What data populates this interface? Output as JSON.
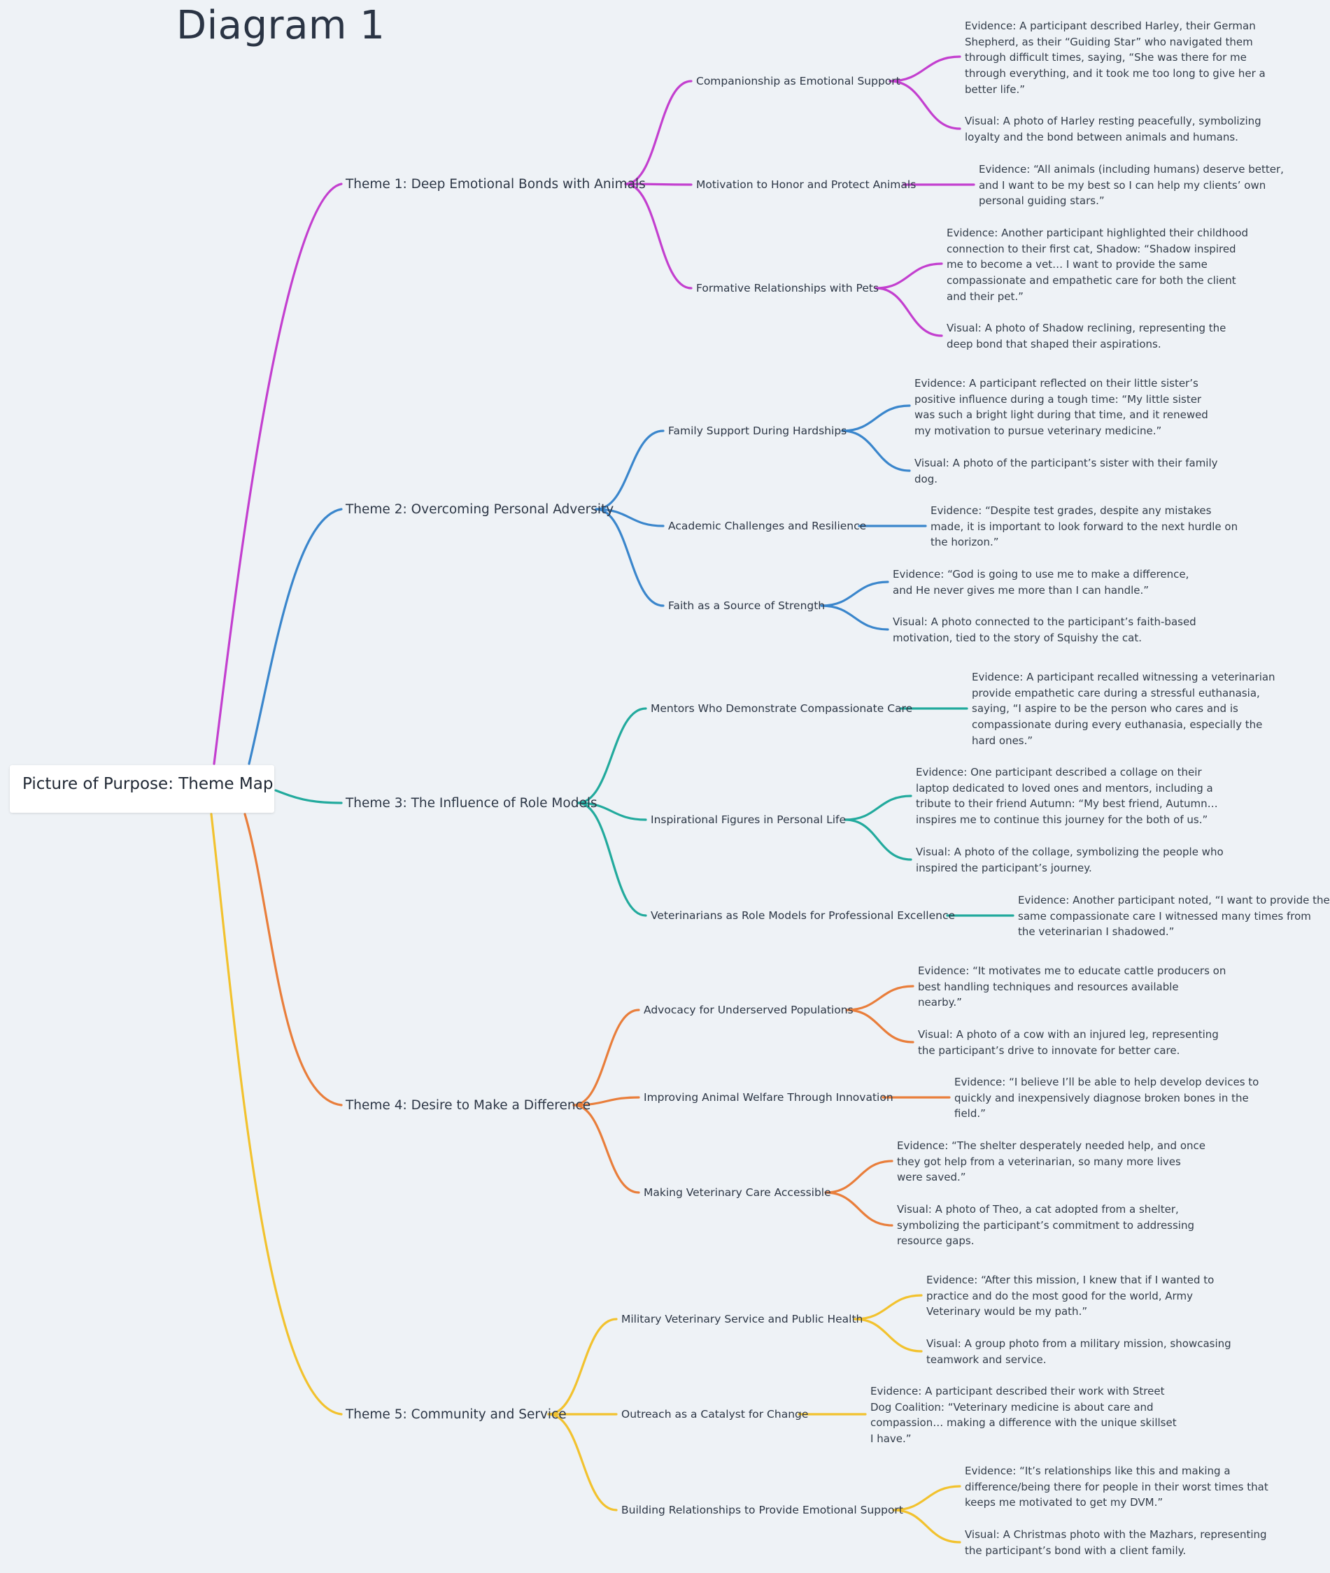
{
  "title": "Diagram 1",
  "root": "Picture of Purpose: Theme Map",
  "colors": {
    "theme1": "#c33fcf",
    "theme2": "#3a86cc",
    "theme3": "#22aa9d",
    "theme4": "#e97e3b",
    "theme5": "#f2c22e"
  },
  "themes": [
    {
      "label": "Theme 1: Deep Emotional Bonds with Animals",
      "subs": [
        {
          "label": "Companionship as Emotional Support",
          "leaves": [
            "Evidence: A participant described Harley, their German\nShepherd, as their “Guiding Star” who navigated them\nthrough difficult times, saying, “She was there for me\nthrough everything, and it took me too long to give her a\nbetter life.”",
            "Visual: A photo of Harley resting peacefully, symbolizing\nloyalty and the bond between animals and humans."
          ]
        },
        {
          "label": "Motivation to Honor and Protect Animals",
          "leaves": [
            "Evidence: “All animals (including humans) deserve better,\nand I want to be my best so I can help my clients’ own\npersonal guiding stars.”"
          ]
        },
        {
          "label": "Formative Relationships with Pets",
          "leaves": [
            "Evidence: Another participant highlighted their childhood\nconnection to their first cat, Shadow: “Shadow inspired\nme to become a vet… I want to provide the same\ncompassionate and empathetic care for both the client\nand their pet.”",
            "Visual: A photo of Shadow reclining, representing the\ndeep bond that shaped their aspirations."
          ]
        }
      ]
    },
    {
      "label": "Theme 2: Overcoming Personal Adversity",
      "subs": [
        {
          "label": "Family Support During Hardships",
          "leaves": [
            "Evidence: A participant reflected on their little sister’s\npositive influence during a tough time: “My little sister\nwas such a bright light during that time, and it renewed\nmy motivation to pursue veterinary medicine.”",
            "Visual: A photo of the participant’s sister with their family\ndog."
          ]
        },
        {
          "label": "Academic Challenges and Resilience",
          "leaves": [
            "Evidence: “Despite test grades, despite any mistakes\nmade, it is important to look forward to the next hurdle on\nthe horizon.”"
          ]
        },
        {
          "label": "Faith as a Source of Strength",
          "leaves": [
            "Evidence: “God is going to use me to make a difference,\nand He never gives me more than I can handle.”",
            "Visual: A photo connected to the participant’s faith-based\nmotivation, tied to the story of Squishy the cat."
          ]
        }
      ]
    },
    {
      "label": "Theme 3: The Influence of Role Models",
      "subs": [
        {
          "label": "Mentors Who Demonstrate Compassionate Care",
          "leaves": [
            "Evidence: A participant recalled witnessing a veterinarian\nprovide empathetic care during a stressful euthanasia,\nsaying, “I aspire to be the person who cares and is\ncompassionate during every euthanasia, especially the\nhard ones.”"
          ]
        },
        {
          "label": "Inspirational Figures in Personal Life",
          "leaves": [
            "Evidence: One participant described a collage on their\nlaptop dedicated to loved ones and mentors, including a\ntribute to their friend Autumn: “My best friend, Autumn…\ninspires me to continue this journey for the both of us.”",
            "Visual: A photo of the collage, symbolizing the people who\ninspired the participant’s journey."
          ]
        },
        {
          "label": "Veterinarians as Role Models for Professional Excellence",
          "leaves": [
            "Evidence: Another participant noted, “I want to provide the\nsame compassionate care I witnessed many times from\nthe veterinarian I shadowed.”"
          ]
        }
      ]
    },
    {
      "label": "Theme 4: Desire to Make a Difference",
      "subs": [
        {
          "label": "Advocacy for Underserved Populations",
          "leaves": [
            "Evidence: “It motivates me to educate cattle producers on\nbest handling techniques and resources available\nnearby.”",
            "Visual: A photo of a cow with an injured leg, representing\nthe participant’s drive to innovate for better care."
          ]
        },
        {
          "label": "Improving Animal Welfare Through Innovation",
          "leaves": [
            "Evidence: “I believe I’ll be able to help develop devices to\nquickly and inexpensively diagnose broken bones in the\nfield.”"
          ]
        },
        {
          "label": "Making Veterinary Care Accessible",
          "leaves": [
            "Evidence: “The shelter desperately needed help, and once\nthey got help from a veterinarian, so many more lives\nwere saved.”",
            "Visual: A photo of Theo, a cat adopted from a shelter,\nsymbolizing the participant’s commitment to addressing\nresource gaps."
          ]
        }
      ]
    },
    {
      "label": "Theme 5: Community and Service",
      "subs": [
        {
          "label": "Military Veterinary Service and Public Health",
          "leaves": [
            "Evidence: “After this mission, I knew that if I wanted to\npractice and do the most good for the world, Army\nVeterinary would be my path.”",
            "Visual: A group photo from a military mission, showcasing\nteamwork and service."
          ]
        },
        {
          "label": "Outreach as a Catalyst for Change",
          "leaves": [
            "Evidence: A participant described their work with Street\nDog Coalition: “Veterinary medicine is about care and\ncompassion… making a difference with the unique skillset\nI have.”"
          ]
        },
        {
          "label": "Building Relationships to Provide Emotional Support",
          "leaves": [
            "Evidence: “It’s relationships like this and making a\ndifference/being there for people in their worst times that\nkeeps me motivated to get my DVM.”",
            "Visual: A Christmas photo with the Mazhars, representing\nthe participant’s bond with a client family."
          ]
        }
      ]
    }
  ]
}
